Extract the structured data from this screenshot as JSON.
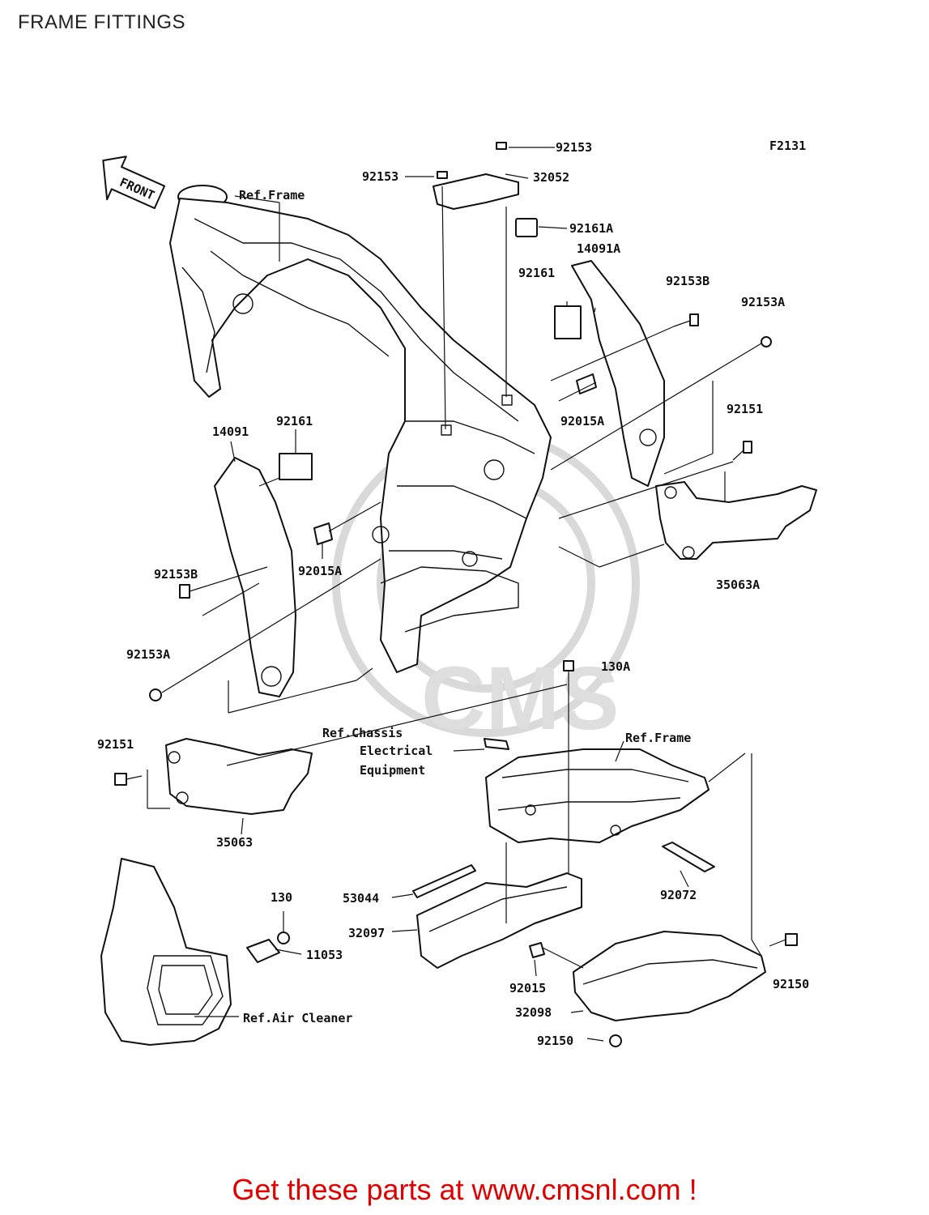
{
  "page_title": "FRAME FITTINGS",
  "figure_code": "F2131",
  "front_label": "FRONT",
  "watermark": "CMS",
  "footer_text": "Get these parts at www.cmsnl.com !",
  "callouts": {
    "p92153_top": "92153",
    "p92153_left": "92153",
    "p32052": "32052",
    "p92161A": "92161A",
    "p14091A": "14091A",
    "p92161_right": "92161",
    "p92153B_right": "92153B",
    "p92153A_right": "92153A",
    "p92015A_right": "92015A",
    "p92151_right": "92151",
    "p35063A": "35063A",
    "p14091": "14091",
    "p92161_left": "92161",
    "p92153B_left": "92153B",
    "p92015A_left": "92015A",
    "p92153A_left": "92153A",
    "p130A": "130A",
    "p92151_left": "92151",
    "p35063": "35063",
    "p130": "130",
    "p11053": "11053",
    "p53044": "53044",
    "p32097": "32097",
    "p92072": "92072",
    "p92015": "92015",
    "p32098": "32098",
    "p92150_right": "92150",
    "p92150_bottom": "92150"
  },
  "references": {
    "ref_frame_top": "Ref.Frame",
    "ref_chassis_1": "Ref.Chassis",
    "ref_chassis_2": "Electrical",
    "ref_chassis_3": "Equipment",
    "ref_frame_lower": "Ref.Frame",
    "ref_air_cleaner": "Ref.Air Cleaner"
  }
}
